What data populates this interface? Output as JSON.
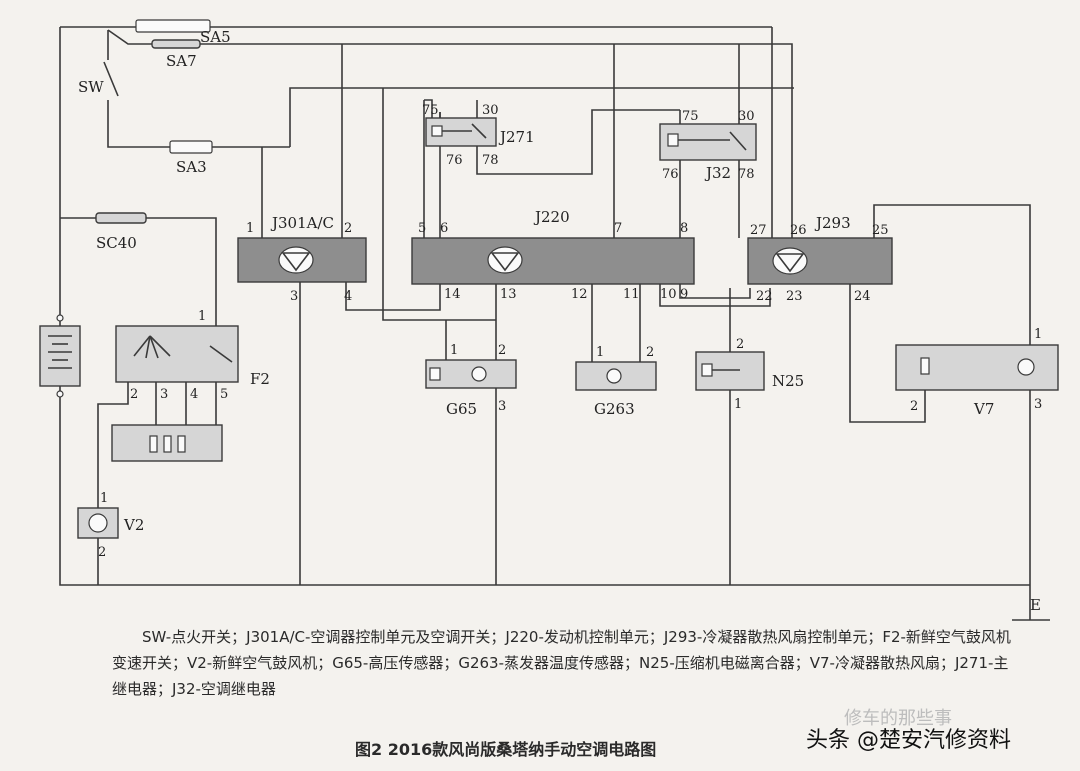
{
  "components": {
    "j301": {
      "name": "J301A/C",
      "pins": [
        "1",
        "2",
        "3",
        "4"
      ]
    },
    "j220": {
      "name": "J220",
      "pins": [
        "5",
        "6",
        "7",
        "8",
        "14",
        "13",
        "12",
        "11",
        "10",
        "9"
      ]
    },
    "j293": {
      "name": "J293",
      "pins": [
        "27",
        "26",
        "25",
        "22",
        "23",
        "24"
      ]
    },
    "j271": {
      "name": "J271",
      "pins": [
        "75",
        "30",
        "76",
        "78"
      ]
    },
    "j32": {
      "name": "J32",
      "pins": [
        "75",
        "30",
        "76",
        "78"
      ]
    },
    "g65": {
      "name": "G65",
      "pins": [
        "1",
        "2",
        "3"
      ]
    },
    "g263": {
      "name": "G263",
      "pins": [
        "1",
        "2"
      ]
    },
    "n25": {
      "name": "N25",
      "pins": [
        "2",
        "1"
      ]
    },
    "v7": {
      "name": "V7",
      "pins": [
        "1",
        "2",
        "3"
      ]
    },
    "f2": {
      "name": "F2",
      "pins": [
        "1",
        "2",
        "3",
        "4",
        "5"
      ]
    },
    "v2": {
      "name": "V2",
      "pins": [
        "1",
        "2"
      ]
    }
  },
  "labels": {
    "sa5": "SA5",
    "sa7": "SA7",
    "sw": "SW",
    "sa3": "SA3",
    "sc40": "SC40",
    "e": "E"
  },
  "legend": {
    "text": "SW-点火开关；J301A/C-空调器控制单元及空调开关；J220-发动机控制单元；J293-冷凝器散热风扇控制单元；F2-新鲜空气鼓风机变速开关；V2-新鲜空气鼓风机；G65-高压传感器；G263-蒸发器温度传感器；N25-压缩机电磁离合器；V7-冷凝器散热风扇；J271-主继电器；J32-空调继电器"
  },
  "caption": "图2  2016款风尚版桑塔纳手动空调电路图",
  "watermark": {
    "main": "头条 @楚安汽修资料",
    "ghost": "修车的那些事"
  }
}
